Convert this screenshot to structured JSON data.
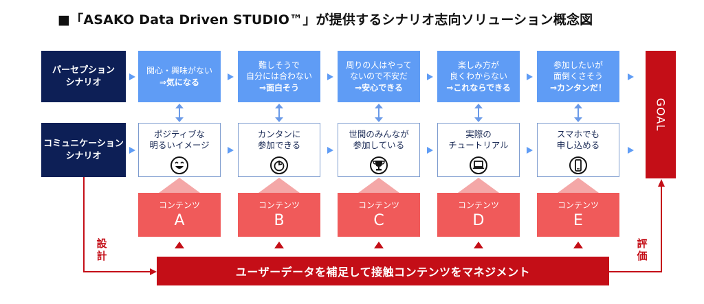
{
  "title": "■「ASAKO Data Driven STUDIO™」が提供するシナリオ志向ソリューション概念図",
  "rows": {
    "perception": "パーセプション\nシナリオ",
    "communication": "コミュニケーション\nシナリオ"
  },
  "perception_boxes": [
    {
      "text": "関心・興味がない",
      "bold": "⇒気になる"
    },
    {
      "text": "難しそうで\n自分には合わない",
      "bold": "⇒面白そう"
    },
    {
      "text": "周りの人はやって\nないので不安だ",
      "bold": "⇒安心できる"
    },
    {
      "text": "楽しみ方が\n良くわからない",
      "bold": "⇒これならできる"
    },
    {
      "text": "参加したいが\n面倒くさそう",
      "bold": "⇒カンタンだ！"
    }
  ],
  "communication_boxes": [
    {
      "text": "ポジティブな\n明るいイメージ",
      "icon": "smile-icon"
    },
    {
      "text": "カンタンに\n参加できる",
      "icon": "easy-icon"
    },
    {
      "text": "世間のみんなが\n参加している",
      "icon": "trophy-icon"
    },
    {
      "text": "実際の\nチュートリアル",
      "icon": "laptop-icon"
    },
    {
      "text": "スマホでも\n申し込める",
      "icon": "smartphone-icon"
    }
  ],
  "contents": [
    {
      "label": "コンテンツ",
      "letter": "A"
    },
    {
      "label": "コンテンツ",
      "letter": "B"
    },
    {
      "label": "コンテンツ",
      "letter": "C"
    },
    {
      "label": "コンテンツ",
      "letter": "D"
    },
    {
      "label": "コンテンツ",
      "letter": "E"
    }
  ],
  "goal": "GOAL",
  "management_bar": "ユーザーデータを補足して接触コンテンツをマネジメント",
  "left_label": "設\n計",
  "right_label": "評\n価",
  "colors": {
    "navy": "#0d1f56",
    "perception_blue": "#5f9cf5",
    "content_red": "#f05a5a",
    "dark_red": "#c40e17",
    "connector_blue": "#6a9ae8",
    "light_red": "#f4a7a7"
  }
}
